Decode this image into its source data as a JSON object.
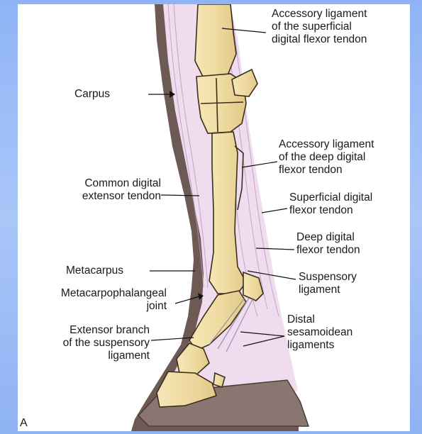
{
  "labels": {
    "accessory_sdft": [
      "Accessory ligament",
      "of the superficial",
      "digital flexor tendon"
    ],
    "carpus": "Carpus",
    "accessory_ddft": [
      "Accessory ligament",
      "of the deep digital",
      "flexor tendon"
    ],
    "common_extensor": [
      "Common digital",
      "extensor tendon"
    ],
    "sdft": [
      "Superficial digital",
      "flexor tendon"
    ],
    "ddft": [
      "Deep digital",
      "flexor tendon"
    ],
    "metacarpus": "Metacarpus",
    "suspensory": [
      "Suspensory",
      "ligament"
    ],
    "fetlock": [
      "Metacarpophalangeal",
      "joint"
    ],
    "distal_sesamoidean": [
      "Distal",
      "sesamoidean",
      "ligaments"
    ],
    "extensor_branch": [
      "Extensor branch",
      "of the suspensory",
      "ligament"
    ],
    "panel_letter": "A"
  },
  "colors": {
    "background": "#9dbdf7",
    "skin": "#6e5a55",
    "tendon": "#efdcef",
    "bone": "#f3e2a9",
    "bone_outline": "#3b2f1c",
    "hoof": "#8a7670"
  }
}
